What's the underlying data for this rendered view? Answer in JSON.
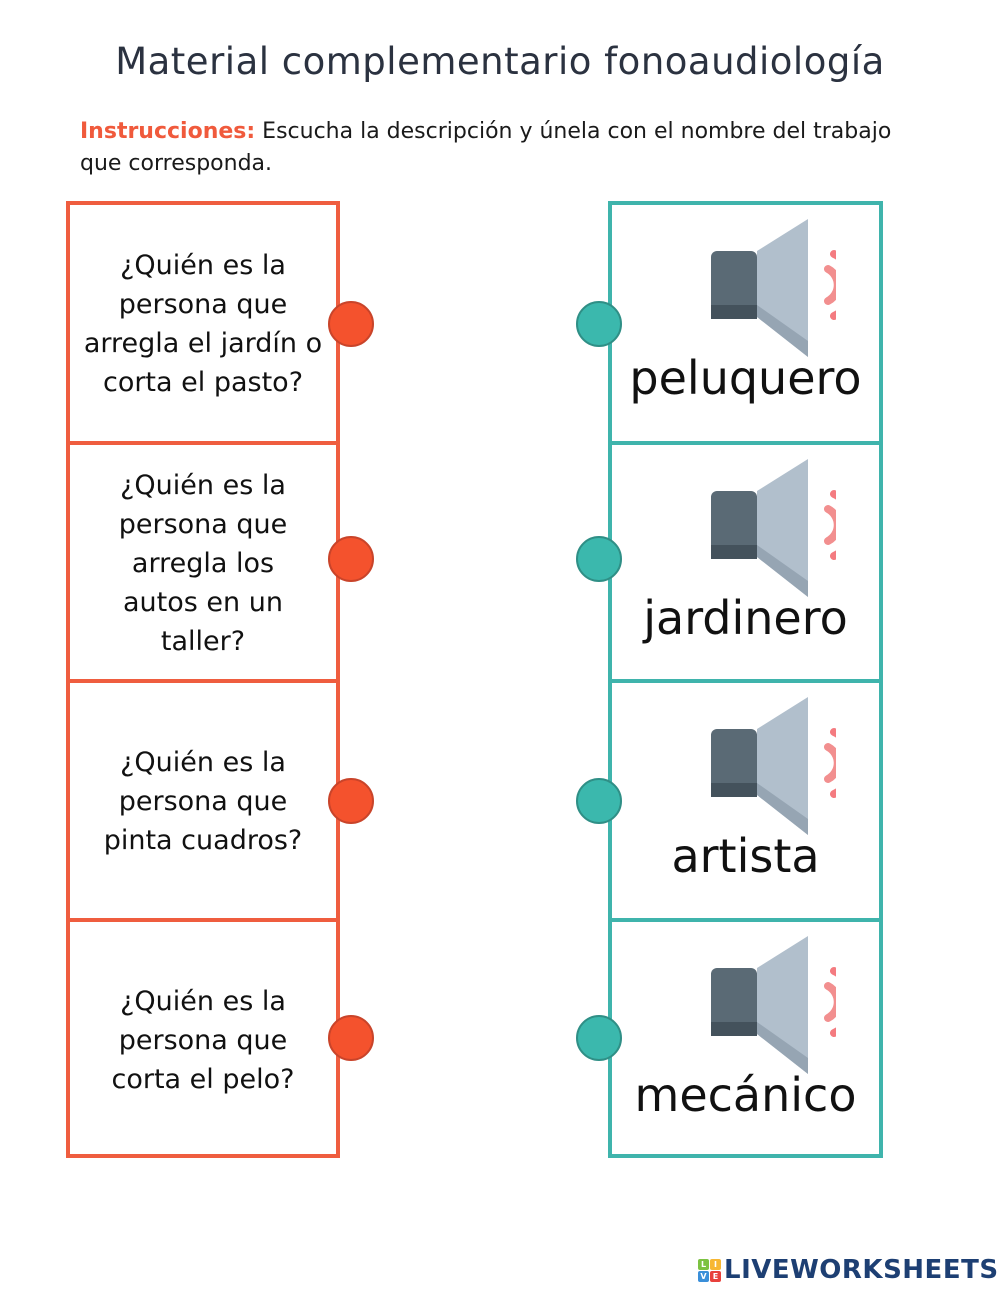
{
  "header": {
    "title": "Material complementario fonoaudiología",
    "instructions_label": "Instrucciones:",
    "instructions_text": " Escucha la descripción y únela con el nombre del trabajo que corresponda."
  },
  "questions": [
    {
      "text": "¿Quién es la persona que arregla el jardín o corta el pasto?"
    },
    {
      "text": "¿Quién es la persona que arregla los autos en un taller?"
    },
    {
      "text": "¿Quién es la persona que pinta cuadros?"
    },
    {
      "text": "¿Quién es la persona que corta el pelo?"
    }
  ],
  "answers": [
    {
      "word": "peluquero",
      "icon": "speaker-icon"
    },
    {
      "word": "jardinero",
      "icon": "speaker-icon"
    },
    {
      "word": "artista",
      "icon": "speaker-icon"
    },
    {
      "word": "mecánico",
      "icon": "speaker-icon"
    }
  ],
  "colors": {
    "left_border": "#ef5d3f",
    "right_border": "#3fb4ac",
    "left_dot": "#f4522d",
    "right_dot": "#3bb8ad"
  },
  "footer": {
    "logo_letters": [
      "L",
      "I",
      "V",
      "E"
    ],
    "logo_text": "LIVEWORKSHEETS"
  }
}
